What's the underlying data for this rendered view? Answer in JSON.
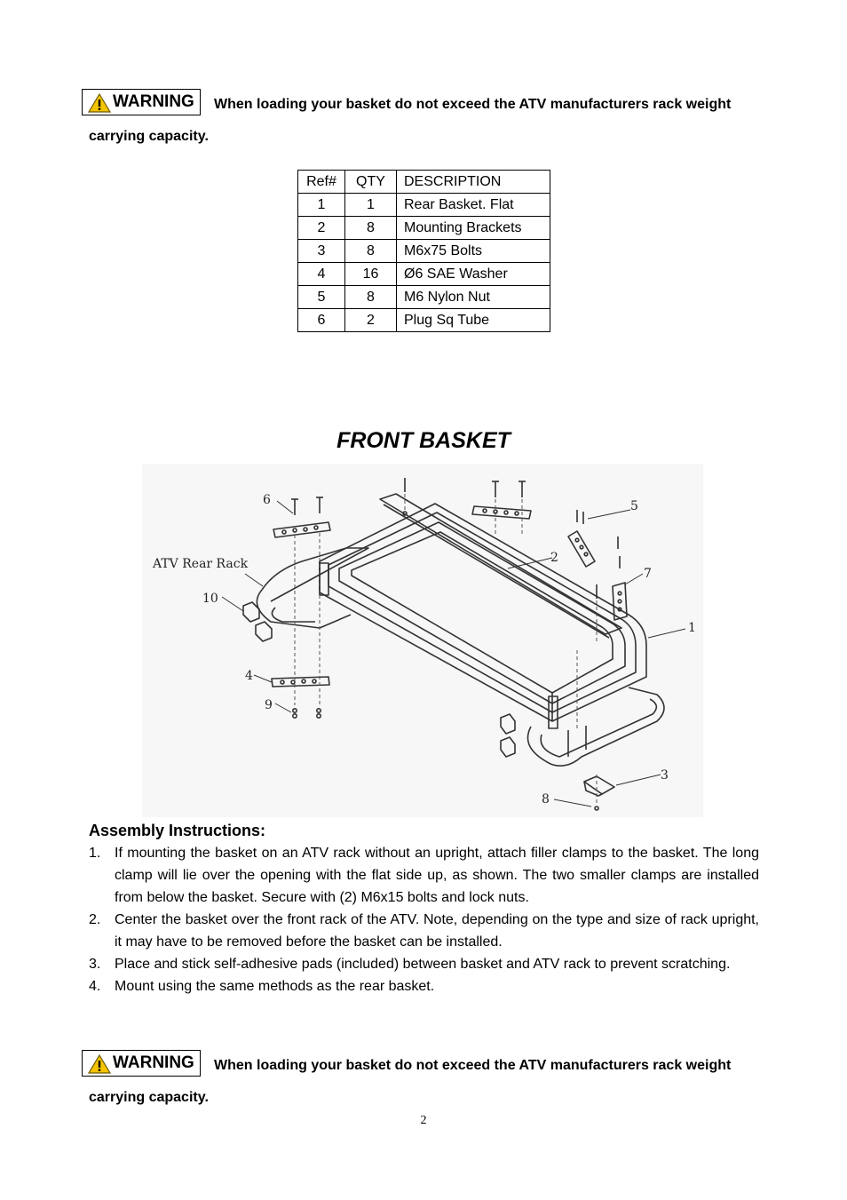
{
  "warning_top": {
    "label": "WARNING",
    "text_line1": "When loading your basket do not exceed the ATV manufacturers rack weight",
    "text_line2": "carrying capacity."
  },
  "parts_table": {
    "headers": [
      "Ref#",
      "QTY",
      "DESCRIPTION"
    ],
    "rows": [
      [
        "1",
        "1",
        "Rear Basket. Flat"
      ],
      [
        "2",
        "8",
        "Mounting Brackets"
      ],
      [
        "3",
        "8",
        "M6x75 Bolts"
      ],
      [
        "4",
        "16",
        "Ø6 SAE Washer"
      ],
      [
        "5",
        "8",
        "M6 Nylon Nut"
      ],
      [
        "6",
        "2",
        "Plug Sq Tube"
      ]
    ]
  },
  "section_title": "FRONT BASKET",
  "diagram": {
    "rack_label": "ATV Rear Rack",
    "callouts": [
      "6",
      "5",
      "2",
      "7",
      "1",
      "10",
      "4",
      "9",
      "3",
      "8"
    ]
  },
  "instructions": {
    "title": "Assembly Instructions:",
    "items": [
      {
        "num": "1.",
        "text": "If mounting the basket on an ATV rack without an upright, attach filler clamps to the basket. The long clamp will lie over the opening with the flat side up, as shown. The two smaller clamps are installed from below the basket. Secure with (2) M6x15 bolts and lock nuts."
      },
      {
        "num": "2.",
        "text": "Center the basket over the front rack of the ATV. Note, depending on the type and size of rack upright, it may have to be removed before the basket can be installed."
      },
      {
        "num": "3.",
        "text": "Place and stick self-adhesive pads (included) between basket and ATV rack to prevent scratching."
      },
      {
        "num": "4.",
        "text": "Mount using the same methods as the rear basket."
      }
    ]
  },
  "warning_bottom": {
    "label": "WARNING",
    "text_line1": "When loading your basket do not exceed the ATV manufacturers rack weight",
    "text_line2": "carrying capacity."
  },
  "page_number": "2"
}
